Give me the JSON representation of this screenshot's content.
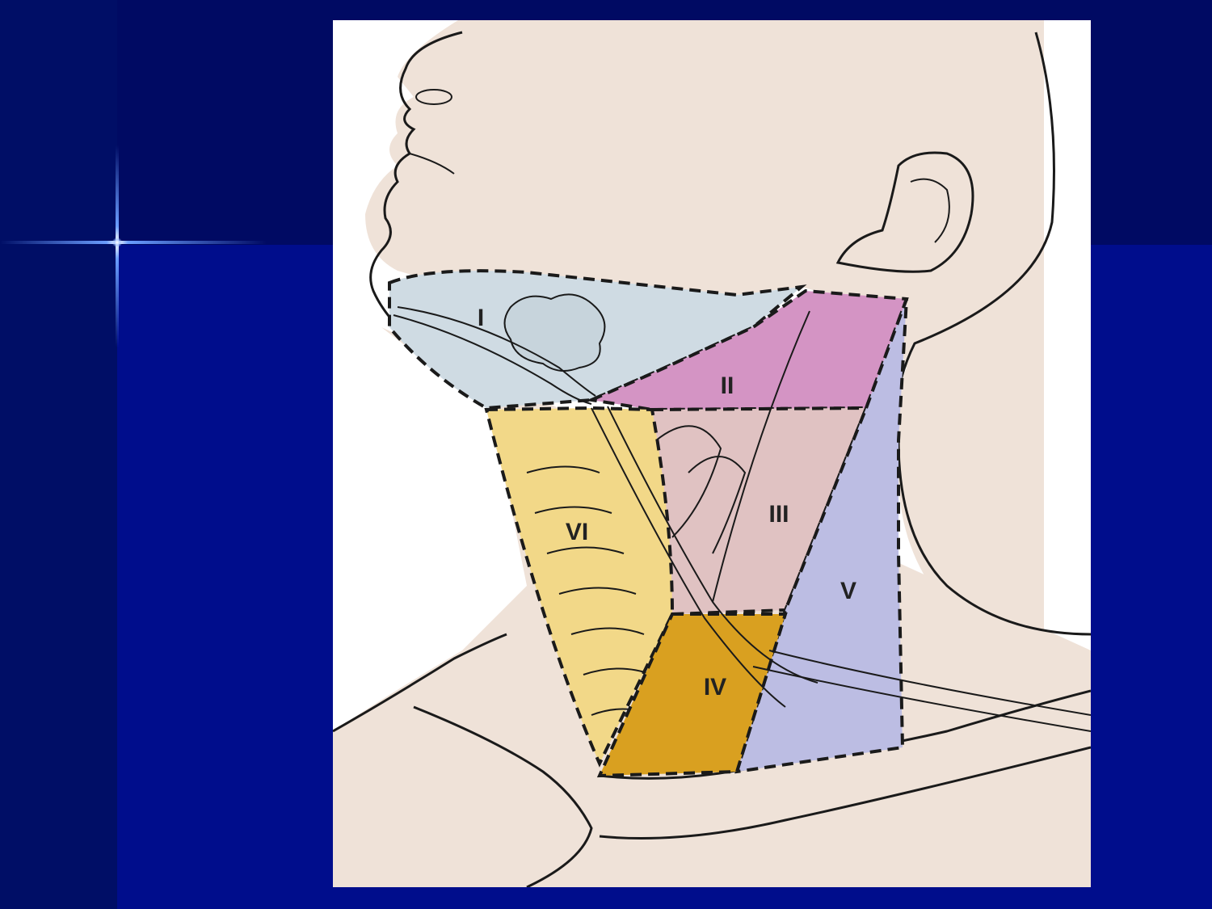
{
  "slide": {
    "colors": {
      "background": "#000f6e",
      "top_band": "#000a63",
      "panel_background": "#ffffff",
      "skin": "#efe2d8",
      "outline": "#1a1a1a"
    }
  },
  "diagram": {
    "zones": [
      {
        "label": "I",
        "color": "#cfdbe3"
      },
      {
        "label": "II",
        "color": "#d494c4"
      },
      {
        "label": "III",
        "color": "#e0c2c2"
      },
      {
        "label": "IV",
        "color": "#d9a020"
      },
      {
        "label": "V",
        "color": "#bcbde3"
      },
      {
        "label": "VI",
        "color": "#f2d888"
      }
    ]
  }
}
